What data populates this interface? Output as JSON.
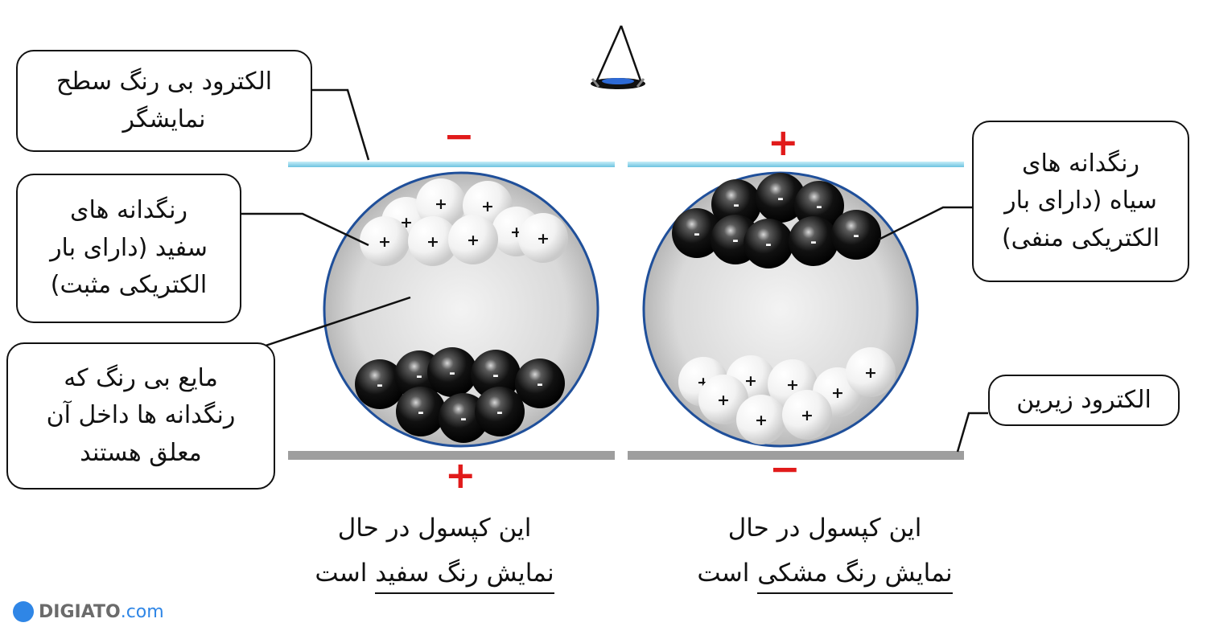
{
  "labels": {
    "top_electrode": [
      "الکترود بی رنگ سطح",
      "نمایشگر"
    ],
    "white_particles": [
      "رنگدانه های",
      "سفید (دارای بار",
      "الکتریکی مثبت)"
    ],
    "fluid": [
      "مایع بی رنگ که",
      "رنگدانه ها داخل آن",
      "معلق هستند"
    ],
    "black_particles": [
      "رنگدانه های",
      "سیاه (دارای بار",
      "الکتریکی منفی)"
    ],
    "bottom_electrode": [
      "الکترود زیرین"
    ]
  },
  "signs": {
    "left_top": "−",
    "left_bottom": "+",
    "right_top": "+",
    "right_bottom": "−"
  },
  "captions": {
    "left": {
      "line1": "این کپسول در حال",
      "line2_main": "نمایش رنگ سفید",
      "line2_rest": " است"
    },
    "right": {
      "line1": "این کپسول در حال",
      "line2_main": "نمایش رنگ مشکی",
      "line2_rest": " است"
    }
  },
  "particles": {
    "positive_mark": "+",
    "negative_mark": "-"
  },
  "logo": {
    "brand": "DIGIATO",
    "suffix": ".com"
  },
  "colors": {
    "top_electrode": "#8fd3ea",
    "bottom_electrode": "#9e9e9e",
    "capsule_outline": "#1f4f9a",
    "charge_sign": "#e11b1b",
    "brand": "#2f86e6"
  }
}
